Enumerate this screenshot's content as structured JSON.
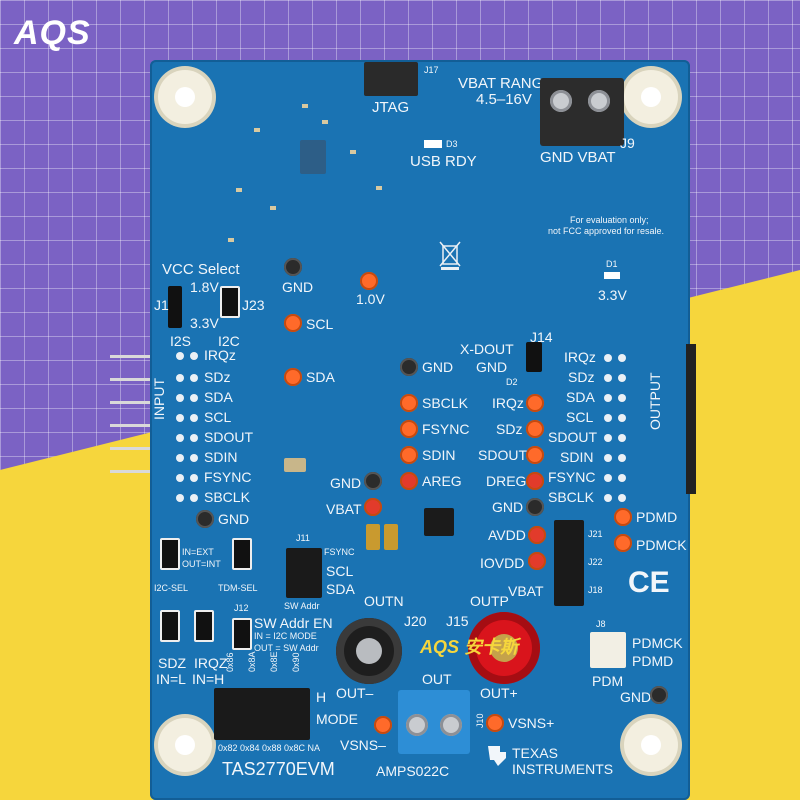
{
  "logo": "AQS",
  "colors": {
    "pcb": "#1a73b3",
    "bg_purple": "#7b62c4",
    "bg_yellow": "#f6d63c"
  },
  "board": {
    "jtag": "JTAG",
    "j17": "J17",
    "vbat_range": "VBAT RANGE",
    "vbat_range_val": "4.5–16V",
    "gnd_vbat": "GND VBAT",
    "j9": "J9",
    "usb_rdy": "USB RDY",
    "d3": "D3",
    "fcc_line1": "For evaluation only;",
    "fcc_line2": "not FCC approved for resale.",
    "d1": "D1",
    "v33": "3.3V",
    "vcc_select": "VCC  Select",
    "v18": "1.8V",
    "v33b": "3.3V",
    "j1": "J1",
    "j23": "J23",
    "i2s": "I2S",
    "i2c": "I2C",
    "gnd_tp1": "GND",
    "v10": "1.0V",
    "scl_tp": "SCL",
    "sda_tp": "SDA",
    "gnd_tp2": "GND",
    "sbclk": "SBCLK",
    "fsync": "FSYNC",
    "sdin": "SDIN",
    "areg": "AREG",
    "gnd_tp3": "GND",
    "vbat_tp": "VBAT",
    "x_dout": "X-DOUT",
    "j14": "J14",
    "gnd_x": "GND",
    "d2": "D2",
    "irqz_r": "IRQz",
    "sdz_r": "SDz",
    "sdout_r": "SDOUT",
    "dreg": "DREG",
    "gnd_r": "GND",
    "input_side": "INPUT",
    "output_side": "OUTPUT",
    "in_pins": [
      "IRQz",
      "SDz",
      "SDA",
      "SCL",
      "SDOUT",
      "SDIN",
      "FSYNC",
      "SBCLK"
    ],
    "out_pins": [
      "IRQz",
      "SDz",
      "SDA",
      "SCL",
      "SDOUT",
      "SDIN",
      "FSYNC",
      "SBCLK"
    ],
    "gnd_l": "GND",
    "in_ext": "IN=EXT",
    "out_int": "OUT=INT",
    "i2c_sel": "I2C-SEL",
    "tdm_sel": "TDM-SEL",
    "j11": "J11",
    "fsync_j": "FSYNC",
    "scl_j": "SCL",
    "sda_j": "SDA",
    "sw_addr": "SW Addr",
    "avdd": "AVDD",
    "iovdd": "IOVDD",
    "vbat_j": "VBAT",
    "j21": "J21",
    "j22": "J22",
    "j18": "J18",
    "pdmd": "PDMD",
    "pdmck": "PDMCK",
    "ce": "CE",
    "outn": "OUTN",
    "outp": "OUTP",
    "j20": "J20",
    "j15": "J15",
    "sw_addr_en": "SW Addr EN",
    "i2c_mode": "IN = I2C MODE",
    "sw_addr_mode": "OUT = SW Addr",
    "j12": "J12",
    "sdz_b": "SDZ",
    "in_l": "IN=L",
    "irqz_b": "IRQZ",
    "in_h": "IN=H",
    "j8": "J8",
    "pdmck_b": "PDMCK",
    "pdmd_b": "PDMD",
    "pdm": "PDM",
    "gnd_b": "GND",
    "out_minus": "OUT–",
    "out_label": "OUT",
    "out_plus": "OUT+",
    "vsns_minus": "VSNS–",
    "vsns_plus": "VSNS+",
    "j10": "J10",
    "h": "H",
    "mode": "MODE",
    "addr_top": [
      "0x86",
      "0x8A",
      "0x8E",
      "0x90"
    ],
    "addr_bottom": "0x82 0x84 0x88 0x8C NA",
    "model": "TAS2770EVM",
    "part": "AMPS022C",
    "ti1": "TEXAS",
    "ti2": "INSTRUMENTS",
    "watermark": "AQS 安卡斯"
  }
}
